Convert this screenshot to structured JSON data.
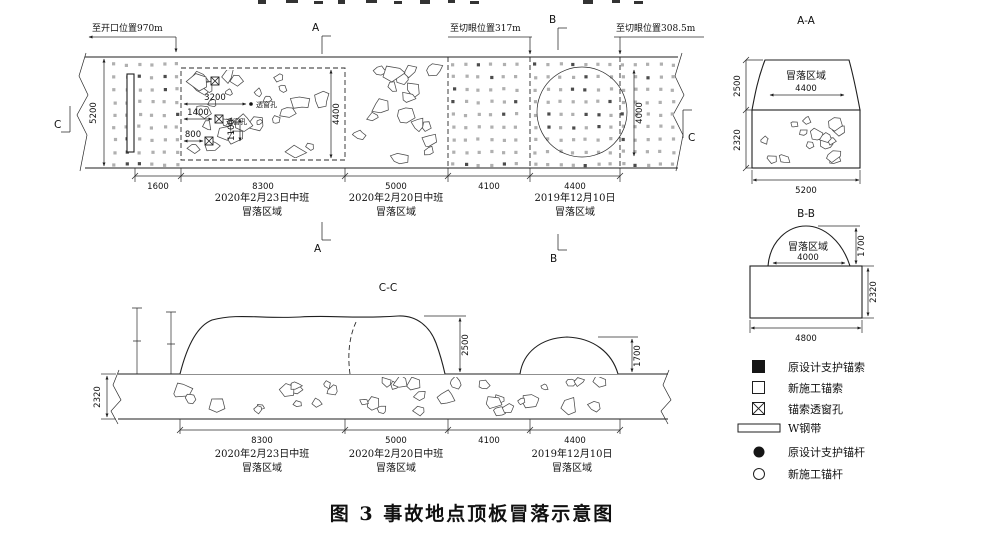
{
  "figure": {
    "caption": "图 3 事故地点顶板冒落示意图"
  },
  "collapse_zones": [
    {
      "date": "2020年2月23日中班",
      "label": "冒落区域"
    },
    {
      "date": "2020年2月20日中班",
      "label": "冒落区域"
    },
    {
      "date": "2019年12月10日",
      "label": "冒落区域"
    }
  ],
  "plan_view": {
    "callouts": {
      "opening": "至开口位置970m",
      "cut_317": "至切眼位置317m",
      "cut_308": "至切眼位置308.5m"
    },
    "markers": {
      "a": "A",
      "b": "B",
      "c": "C"
    },
    "dims": {
      "height": "5200",
      "zone1_height": "4400",
      "zone3_height": "4000",
      "offset_3200": "3200",
      "offset_1400": "1400",
      "offset_800": "800",
      "spacing_1100": "1100",
      "bottom": [
        "1600",
        "8300",
        "5000",
        "4100",
        "4400"
      ]
    },
    "hole_labels": {
      "h1": "透窗孔",
      "h2": "透窗孔"
    }
  },
  "section_aa": {
    "title": "A-A",
    "zone": "冒落区域",
    "dim_top_width": "4400",
    "dim_cavity_height": "2500",
    "dim_roadway_height": "2320",
    "dim_bottom_width": "5200"
  },
  "section_bb": {
    "title": "B-B",
    "zone": "冒落区域",
    "dim_width": "4000",
    "dim_cavity_height": "1700",
    "dim_roadway_height": "2320",
    "dim_bottom_width": "4800"
  },
  "section_cc": {
    "title": "C-C",
    "dim_roadway_height": "2320",
    "dim_mound1_height": "2500",
    "dim_mound2_height": "1700",
    "dims_bottom": [
      "8300",
      "5000",
      "4100",
      "4400"
    ]
  },
  "legend": {
    "items": [
      {
        "symbol": "filled-square",
        "label": "原设计支护锚索"
      },
      {
        "symbol": "open-square",
        "label": "新施工锚索"
      },
      {
        "symbol": "crossed-square",
        "label": "锚索透窗孔"
      },
      {
        "symbol": "w-steel-band",
        "label": "W钢带"
      },
      {
        "symbol": "filled-circle",
        "label": "原设计支护锚杆"
      },
      {
        "symbol": "open-circle",
        "label": "新施工锚杆"
      }
    ]
  },
  "colors": {
    "ink": "#1f1f1f",
    "anchor_light": "#b0b0b0",
    "anchor_dark": "#4c4c4c"
  }
}
